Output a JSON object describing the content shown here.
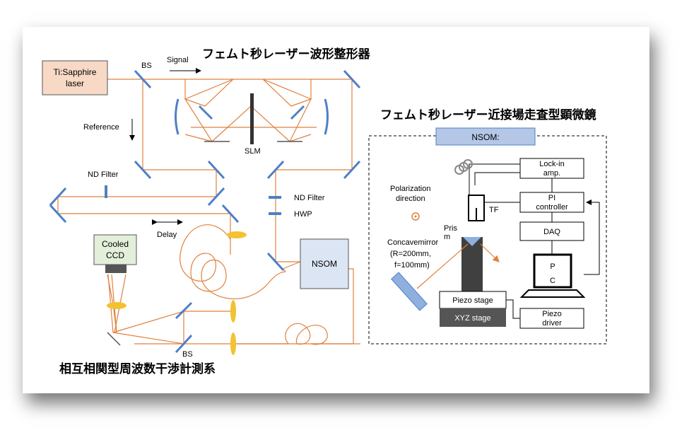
{
  "titles": {
    "shaper": "フェムト秒レーザー波形整形器",
    "nsom_system": "フェムト秒レーザー近接場走査型顕微鏡",
    "interferometer": "相互相関型周波数干渉計測系"
  },
  "labels": {
    "laser_line1": "Ti:Sapphire",
    "laser_line2": "laser",
    "bs_top": "BS",
    "signal": "Signal",
    "reference": "Reference",
    "slm": "SLM",
    "nd_filter_left": "ND Filter",
    "nd_filter_right": "ND Filter",
    "hwp": "HWP",
    "delay": "Delay",
    "ccd_line1": "Cooled",
    "ccd_line2": "CCD",
    "nsom_box": "NSOM",
    "bs_bottom": "BS",
    "nsom_banner": "NSOM:",
    "lockin_line1": "Lock-in",
    "lockin_line2": "amp.",
    "pi_line1": "PI",
    "pi_line2": "controller",
    "daq": "DAQ",
    "pc_line1": "P",
    "pc_line2": "C",
    "piezo_driver_line1": "Piezo",
    "piezo_driver_line2": "driver",
    "polarization_line1": "Polarization",
    "polarization_line2": "direction",
    "tf": "TF",
    "prism_line1": "Pris",
    "prism_line2": "m",
    "concave_line1": "Concavemirror",
    "concave_line2": "(R=200mm,",
    "concave_line3": "f=100mm)",
    "piezo_stage": "Piezo stage",
    "xyz_stage": "XYZ stage"
  },
  "colors": {
    "beam": "#e0813e",
    "mirror": "#4f7fc6",
    "laser_box": "#f7d9c6",
    "ccd_box": "#e3efd9",
    "nsom_box": "#dbe5f4",
    "lens": "#f2c231",
    "dark": "#2b2b2b"
  }
}
